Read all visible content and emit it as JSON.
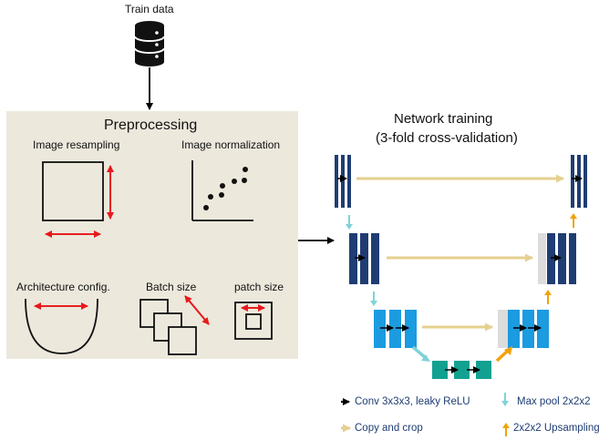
{
  "train": {
    "label": "Train data",
    "icon": "database-icon"
  },
  "preprocessing": {
    "title": "Preprocessing",
    "items": {
      "resampling": "Image resampling",
      "normalization": "Image normalization",
      "architecture": "Architecture config.",
      "batch": "Batch size",
      "patch": "patch size"
    }
  },
  "network": {
    "title_line1": "Network training",
    "title_line2": "(3-fold cross-validation)"
  },
  "legend": {
    "conv": "Conv 3x3x3, leaky ReLU",
    "maxpool": "Max pool 2x2x2",
    "copy": "Copy and crop",
    "upsampling": "2x2x2 Upsampling"
  },
  "colors": {
    "panel": "#ece8dc",
    "red_arrow": "#e8191b",
    "dark_blue": "#1f3d73",
    "mid_blue": "#1b9be0",
    "teal": "#12a191",
    "copy_arrow": "#e5d08f",
    "pool_arrow": "#7fd3d8",
    "up_arrow": "#f0a30a"
  }
}
